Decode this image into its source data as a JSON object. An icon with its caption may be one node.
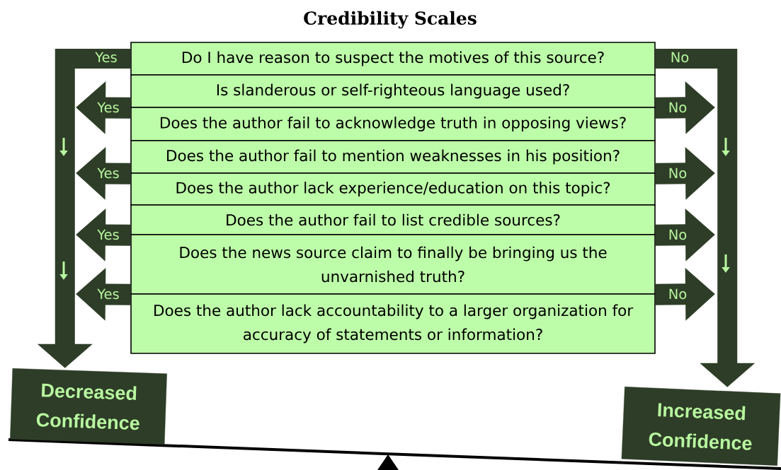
{
  "diagram": {
    "title": "Credibility Scales",
    "nodes": [
      {
        "text": [
          "Do I have reason to suspect the motives of this source?"
        ]
      },
      {
        "text": [
          "Is slanderous or self-righteous language used?"
        ]
      },
      {
        "text": [
          "Does the author fail to acknowledge truth in opposing views?"
        ]
      },
      {
        "text": [
          "Does the author fail to mention weaknesses in his position?"
        ]
      },
      {
        "text": [
          "Does the author lack experience/education on this topic?"
        ]
      },
      {
        "text": [
          "Does the author fail to list credible sources?"
        ]
      },
      {
        "text": [
          "Does the news source claim to finally be bringing us the unvarnished truth?"
        ]
      },
      {
        "text": [
          "Does the author lack accountability to a larger organization for accuracy of statements or information?"
        ]
      },
      {
        "text": [
          "Decreased Confidence"
        ]
      },
      {
        "text": [
          "Increased Confidence"
        ]
      }
    ],
    "edges": [
      {
        "from": 0,
        "to": 8,
        "arrow": "to",
        "label": "Yes"
      },
      {
        "from": 1,
        "to": null,
        "arrow": "to",
        "label": "Yes"
      },
      {
        "from": 2,
        "to": null,
        "arrow": "to"
      },
      {
        "from": 3,
        "to": null,
        "arrow": "to",
        "label": "Yes"
      },
      {
        "from": 4,
        "to": null,
        "arrow": "to"
      },
      {
        "from": 5,
        "to": null,
        "arrow": "to",
        "label": "Yes"
      },
      {
        "from": 6,
        "to": null,
        "arrow": "to"
      },
      {
        "from": 6,
        "to": null,
        "arrow": "to",
        "label": "Yes"
      },
      {
        "from": 7,
        "to": null,
        "arrow": "to"
      },
      {
        "from": 0,
        "to": 9,
        "arrow": "to",
        "label": "No"
      },
      {
        "from": 1,
        "to": null,
        "arrow": "to",
        "label": "No"
      },
      {
        "from": 2,
        "to": null,
        "arrow": "to"
      },
      {
        "from": 3,
        "to": null,
        "arrow": "to",
        "label": "No"
      },
      {
        "from": 4,
        "to": null,
        "arrow": "to"
      },
      {
        "from": 5,
        "to": null,
        "arrow": "to",
        "label": "No"
      },
      {
        "from": 6,
        "to": null,
        "arrow": "to"
      },
      {
        "from": 6,
        "to": null,
        "arrow": "to",
        "label": "No"
      },
      {
        "from": 7,
        "to": null,
        "arrow": "to"
      }
    ]
  }
}
